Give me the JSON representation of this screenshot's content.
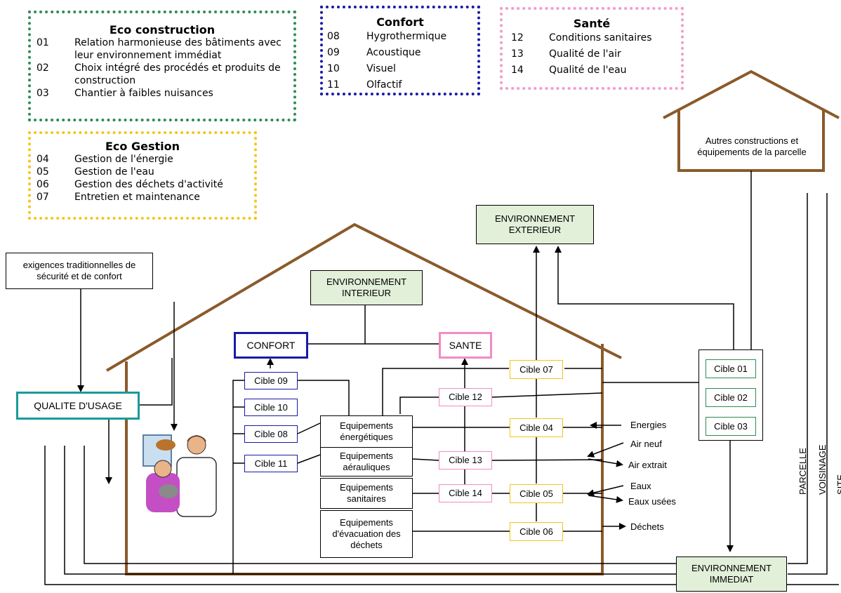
{
  "legend": {
    "eco_construction": {
      "title": "Eco construction",
      "items": [
        {
          "num": "01",
          "label": "Relation harmonieuse des bâtiments avec leur environnement immédiat"
        },
        {
          "num": "02",
          "label": "Choix intégré des procédés et produits de construction"
        },
        {
          "num": "03",
          "label": "Chantier à faibles nuisances"
        }
      ]
    },
    "eco_gestion": {
      "title": "Eco Gestion",
      "items": [
        {
          "num": "04",
          "label": "Gestion de l'énergie"
        },
        {
          "num": "05",
          "label": "Gestion de l'eau"
        },
        {
          "num": "06",
          "label": "Gestion des déchets d'activité"
        },
        {
          "num": "07",
          "label": "Entretien et maintenance"
        }
      ]
    },
    "confort": {
      "title": "Confort",
      "items": [
        {
          "num": "08",
          "label": "Hygrothermique"
        },
        {
          "num": "09",
          "label": "Acoustique"
        },
        {
          "num": "10",
          "label": "Visuel"
        },
        {
          "num": "11",
          "label": "Olfactif"
        }
      ]
    },
    "sante": {
      "title": "Santé",
      "items": [
        {
          "num": "12",
          "label": "Conditions sanitaires"
        },
        {
          "num": "13",
          "label": "Qualité de l'air"
        },
        {
          "num": "14",
          "label": "Qualité de l'eau"
        }
      ]
    }
  },
  "boxes": {
    "autres_constructions": "Autres constructions et équipements de la parcelle",
    "env_exterieur": "ENVIRONNEMENT EXTERIEUR",
    "exigences": "exigences traditionnelles de sécurité et de confort",
    "env_interieur": "ENVIRONNEMENT INTERIEUR",
    "confort": "CONFORT",
    "sante": "SANTE",
    "qualite_usage": "QUALITE D'USAGE",
    "env_immediat": "ENVIRONNEMENT IMMEDIAT"
  },
  "cibles": {
    "c09": "Cible 09",
    "c10": "Cible 10",
    "c08": "Cible 08",
    "c11": "Cible 11",
    "c12": "Cible 12",
    "c13": "Cible 13",
    "c14": "Cible 14",
    "c07": "Cible 07",
    "c04": "Cible 04",
    "c05": "Cible 05",
    "c06": "Cible 06",
    "c01": "Cible 01",
    "c02": "Cible 02",
    "c03": "Cible 03"
  },
  "equipements": {
    "energetiques": "Equipements énergétiques",
    "aerauliques": "Equipements aérauliques",
    "sanitaires": "Equipements sanitaires",
    "evacuation": "Equipements d'évacuation des déchets"
  },
  "flows": {
    "energies": "Energies",
    "air_neuf": "Air neuf",
    "air_extrait": "Air extrait",
    "eaux": "Eaux",
    "eaux_usees": "Eaux usées",
    "dechets": "Déchets"
  },
  "scopes": {
    "parcelle": "PARCELLE",
    "voisinage": "VOISINAGE",
    "site": "SITE"
  },
  "colors": {
    "green_dotted": "#2e8b57",
    "yellow_dotted": "#f5c518",
    "blue_dotted": "#1a1aa6",
    "pink_dotted": "#f29ac8",
    "house_brown": "#8b5a2b",
    "qualite_border": "#1a9a9a",
    "env_fill": "#e2efd9"
  }
}
